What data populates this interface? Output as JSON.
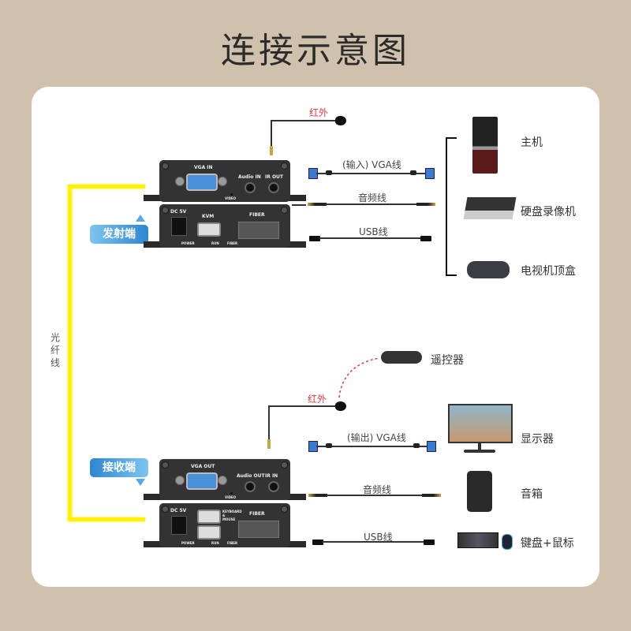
{
  "title": "连接示意图",
  "fiber": {
    "label": "光纤线",
    "color": "#fff200"
  },
  "transmitter": {
    "badge": "发射端",
    "ir_label": "红外",
    "ports_top": {
      "vga": "VGA IN",
      "audio": "Audio IN",
      "ir": "IR OUT",
      "led": "VIDEO"
    },
    "ports_bottom": {
      "dc": "DC 5V",
      "usb": "KVM",
      "fiber": "FIBER",
      "led_power": "POWER",
      "led_run": "RUN",
      "led_fiber": "FIBER"
    },
    "cables": [
      {
        "label": "(输入) VGA线",
        "type": "vga"
      },
      {
        "label": "音频线",
        "type": "audio"
      },
      {
        "label": "USB线",
        "type": "usb"
      }
    ],
    "devices": [
      {
        "label": "主机",
        "icon": "pc-tower-icon"
      },
      {
        "label": "硬盘录像机",
        "icon": "nvr-icon"
      },
      {
        "label": "电视机顶盒",
        "icon": "set-top-box-icon"
      }
    ]
  },
  "receiver": {
    "badge": "接收端",
    "ir_label": "红外",
    "remote_label": "遥控器",
    "ports_top": {
      "vga": "VGA OUT",
      "audio": "Audio OUT",
      "ir": "IR IN",
      "led": "VIDEO"
    },
    "ports_bottom": {
      "dc": "DC 5V",
      "usb": "KEYBOARD & MOUSE",
      "fiber": "FIBER",
      "led_power": "POWER",
      "led_run": "RUN",
      "led_fiber": "FIBER"
    },
    "cables": [
      {
        "label": "(输出) VGA线",
        "type": "vga"
      },
      {
        "label": "音频线",
        "type": "audio"
      },
      {
        "label": "USB线",
        "type": "usb"
      }
    ],
    "devices": [
      {
        "label": "显示器",
        "icon": "monitor-icon"
      },
      {
        "label": "音箱",
        "icon": "speaker-icon"
      },
      {
        "label": "键盘+鼠标",
        "icon": "keyboard-mouse-icon"
      }
    ]
  },
  "colors": {
    "background": "#d0c1ad",
    "card": "#ffffff",
    "badge": "#2c86d1",
    "ir_text": "#e0393e"
  }
}
